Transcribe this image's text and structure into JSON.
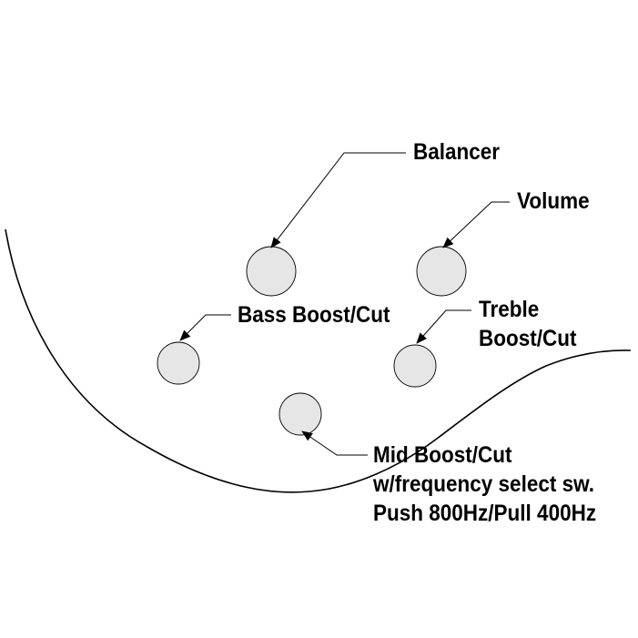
{
  "labels": {
    "balancer": "Balancer",
    "volume": "Volume",
    "bass": "Bass Boost/Cut",
    "treble_line1": "Treble",
    "treble_line2": "Boost/Cut",
    "mid_line1": "Mid Boost/Cut",
    "mid_line2": "w/frequency select sw.",
    "mid_line3": "Push 800Hz/Pull 400Hz"
  },
  "colors": {
    "knob_fill": "#e6e6e6",
    "line": "#000000",
    "text": "#000000"
  }
}
